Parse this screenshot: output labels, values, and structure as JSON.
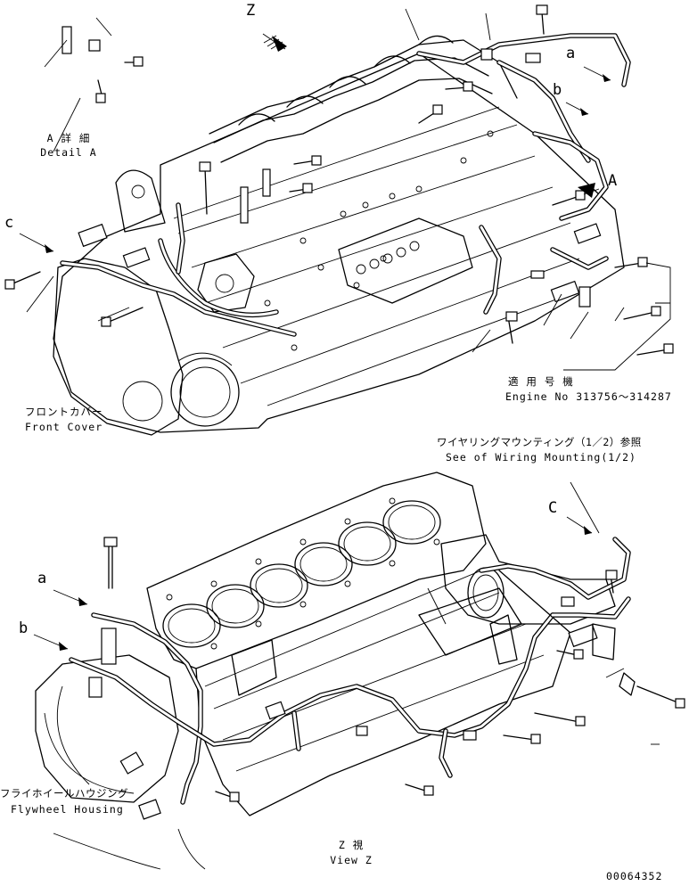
{
  "labels": {
    "detail_a_jp": "A 詳 細",
    "detail_a_en": "Detail A",
    "front_cover_jp": "フロントカバー",
    "front_cover_en": "Front Cover",
    "applicable_jp": "適 用 号 機",
    "engine_no": "Engine No 313756～314287",
    "wiring_ref_jp": "ワイヤリングマウンティング（1／2）参照",
    "wiring_ref_en": "See of Wiring Mounting(1/2)",
    "flywheel_jp": "フライホイールハウジング",
    "flywheel_en": "Flywheel Housing",
    "view_z_jp": "Z  視",
    "view_z_en": "View Z",
    "part_code": "00064352"
  },
  "callouts": {
    "z": "Z",
    "a_detail": "A",
    "a_small": "a",
    "b_small": "b",
    "c_lower": "c",
    "c_upper": "C"
  }
}
